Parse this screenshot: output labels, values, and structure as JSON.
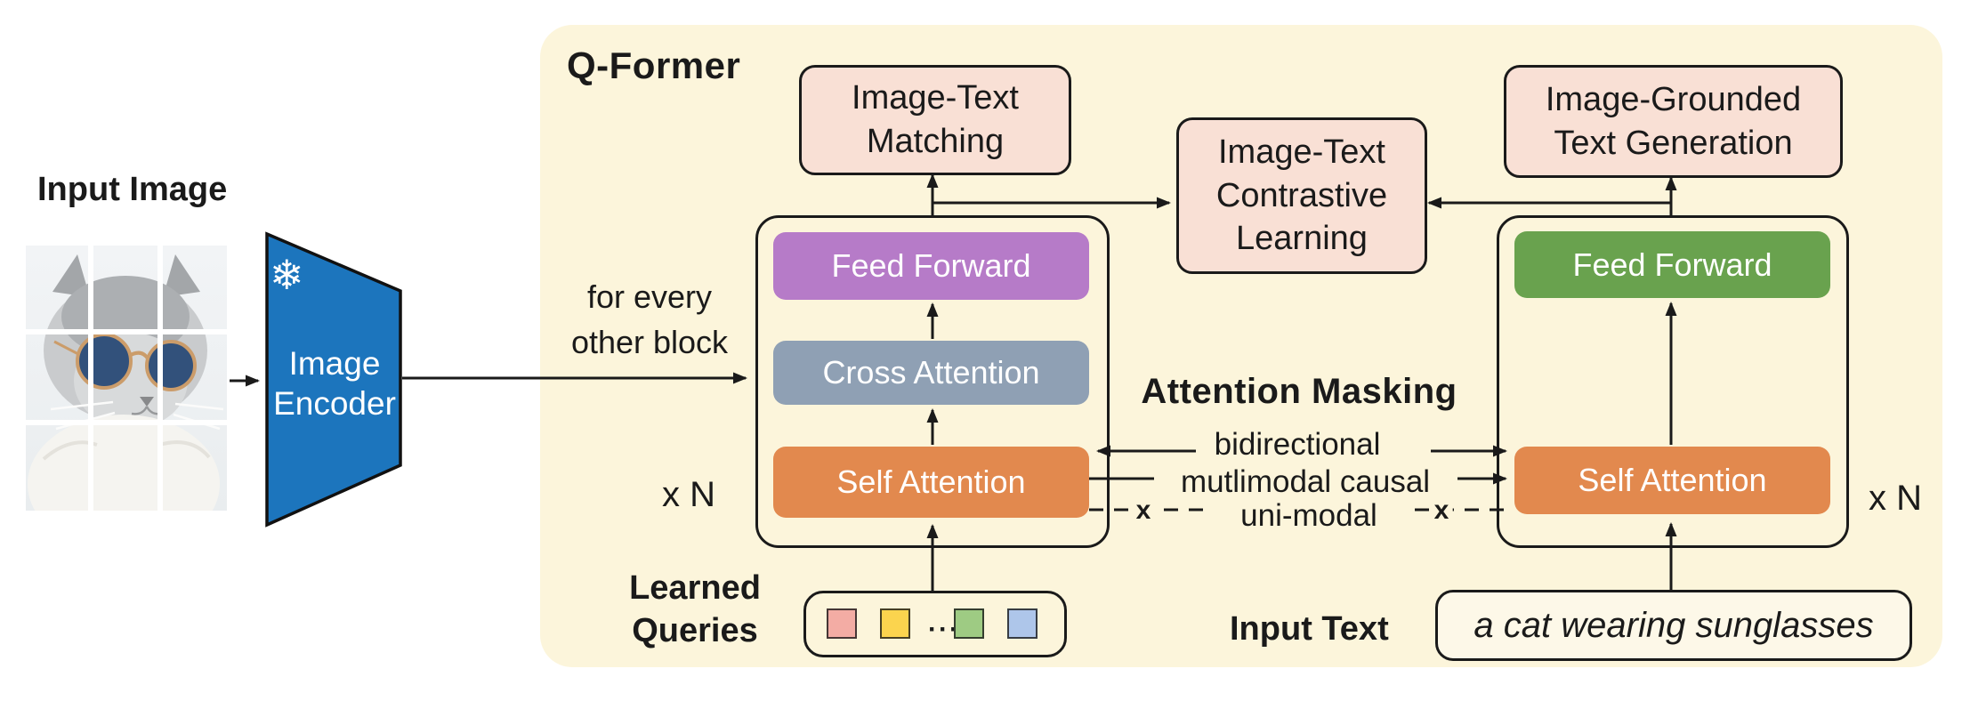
{
  "colors": {
    "cream": "#FCF5DB",
    "task_pink": "#F9E0D5",
    "purple": "#B67BC8",
    "slate": "#8FA0B4",
    "orange": "#E2894E",
    "green": "#69A24E",
    "encoder_blue": "#1C75BD",
    "q_red": "#F3ACA4",
    "q_yellow": "#FBD44E",
    "q_green": "#9ECB83",
    "q_blue": "#AEC6EA",
    "ink": "#1A1A1A"
  },
  "input_image": {
    "label": "Input Image"
  },
  "encoder": {
    "line1": "Image",
    "line2": "Encoder",
    "frozen_icon": "❄"
  },
  "qformer": {
    "title": "Q-Former",
    "note_line1": "for every",
    "note_line2": "other block",
    "left_block": {
      "repeat": "x N",
      "feed_forward": "Feed Forward",
      "cross_attention": "Cross Attention",
      "self_attention": "Self Attention"
    },
    "right_block": {
      "repeat": "x N",
      "feed_forward": "Feed Forward",
      "self_attention": "Self Attention"
    }
  },
  "objectives": {
    "itm_line1": "Image-Text",
    "itm_line2": "Matching",
    "itc_line1": "Image-Text",
    "itc_line2": "Contrastive",
    "itc_line3": "Learning",
    "igt_line1": "Image-Grounded",
    "igt_line2": "Text Generation"
  },
  "attention_masking": {
    "title": "Attention Masking",
    "row1": "bidirectional",
    "row2": "mutlimodal causal",
    "row3": "uni-modal",
    "blocked_mark": "x"
  },
  "learned_queries": {
    "line1": "Learned",
    "line2": "Queries",
    "dots": "···"
  },
  "input_text": {
    "label": "Input Text",
    "value": "a cat wearing sunglasses"
  }
}
